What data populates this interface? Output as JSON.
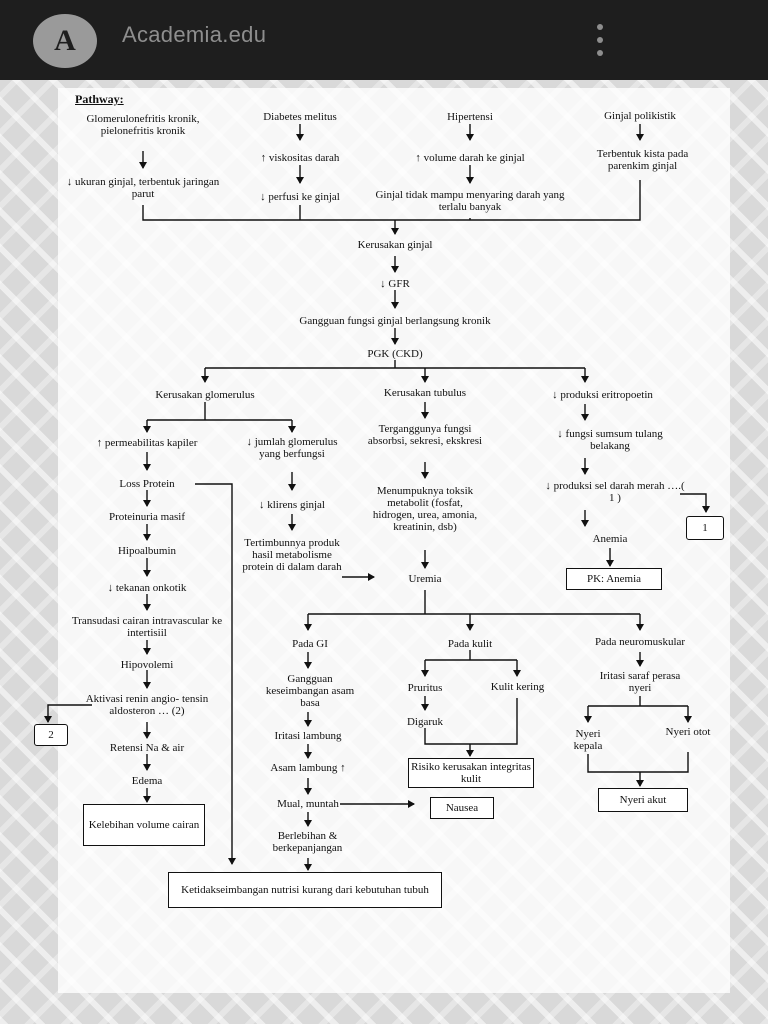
{
  "browser": {
    "logo_letter": "A",
    "site_title": "Academia.edu",
    "menu_icon": "kebab-menu-icon"
  },
  "diagram": {
    "title": "Pathway:",
    "causes": [
      "Glomerulonefritis kronik, pielonefritis kronik",
      "Diabetes melitus",
      "Hipertensi",
      "Ginjal polikistik"
    ],
    "cause_steps": {
      "glomerulonefritis": "↓ ukuran ginjal, terbentuk jaringan parut",
      "diabetes_1": "↑ viskositas darah",
      "diabetes_2": "↓ perfusi ke ginjal",
      "hipertensi_1": "↑ volume darah ke ginjal",
      "hipertensi_2": "Ginjal tidak mampu menyaring darah yang terlalu banyak",
      "polikistik": "Terbentuk kista pada parenkim ginjal"
    },
    "main_chain": [
      "Kerusakan ginjal",
      "↓ GFR",
      "Gangguan fungsi ginjal berlangsung kronik",
      "PGK (CKD)"
    ],
    "glomerulus": {
      "head": "Kerusakan glomerulus",
      "left_chain": [
        "↑ permeabilitas kapiler",
        "Loss Protein",
        "Proteinuria masif",
        "Hipoalbumin",
        "↓ tekanan onkotik",
        "Transudasi cairan intravascular ke intertisiil",
        "Hipovolemi",
        "Aktivasi renin angio- tensin aldosteron … (2)",
        "Retensi Na & air",
        "Edema"
      ],
      "left_outcome": "Kelebihan volume cairan",
      "ref_2": "2",
      "right_chain": [
        "↓ jumlah glomerulus yang berfungsi",
        "↓ klirens ginjal",
        "Tertimbunnya produk hasil metabolisme protein di dalam darah"
      ]
    },
    "tubulus": {
      "head": "Kerusakan tubulus",
      "chain": [
        "Terganggunya fungsi absorbsi, sekresi, ekskresi",
        "Menumpuknya toksik metabolit (fosfat, hidrogen, urea, amonia, kreatinin, dsb)",
        "Uremia"
      ]
    },
    "eritropoetin": {
      "head": "↓ produksi eritropoetin",
      "chain": [
        "↓ fungsi sumsum tulang belakang",
        "↓ produksi sel darah merah ….( 1 )",
        "Anemia"
      ],
      "outcome": "PK: Anemia",
      "ref_1": "1"
    },
    "gi": {
      "head": "Pada GI",
      "chain": [
        "Gangguan keseimbangan asam basa",
        "Iritasi lambung",
        "Asam lambung ↑",
        "Mual, muntah",
        "Berlebihan & berkepanjangan"
      ],
      "side_outcome": "Nausea"
    },
    "kulit": {
      "head": "Pada kulit",
      "pruritus": "Pruritus",
      "kering": "Kulit kering",
      "digaruk": "Digaruk",
      "outcome": "Risiko kerusakan integritas kulit"
    },
    "neuro": {
      "head": "Pada neuromuskular",
      "iritasi": "Iritasi saraf perasa nyeri",
      "kepala": "Nyeri kepala",
      "otot": "Nyeri otot",
      "outcome": "Nyeri akut"
    },
    "final_outcome": "Ketidakseimbangan nutrisi kurang dari kebutuhan tubuh"
  }
}
